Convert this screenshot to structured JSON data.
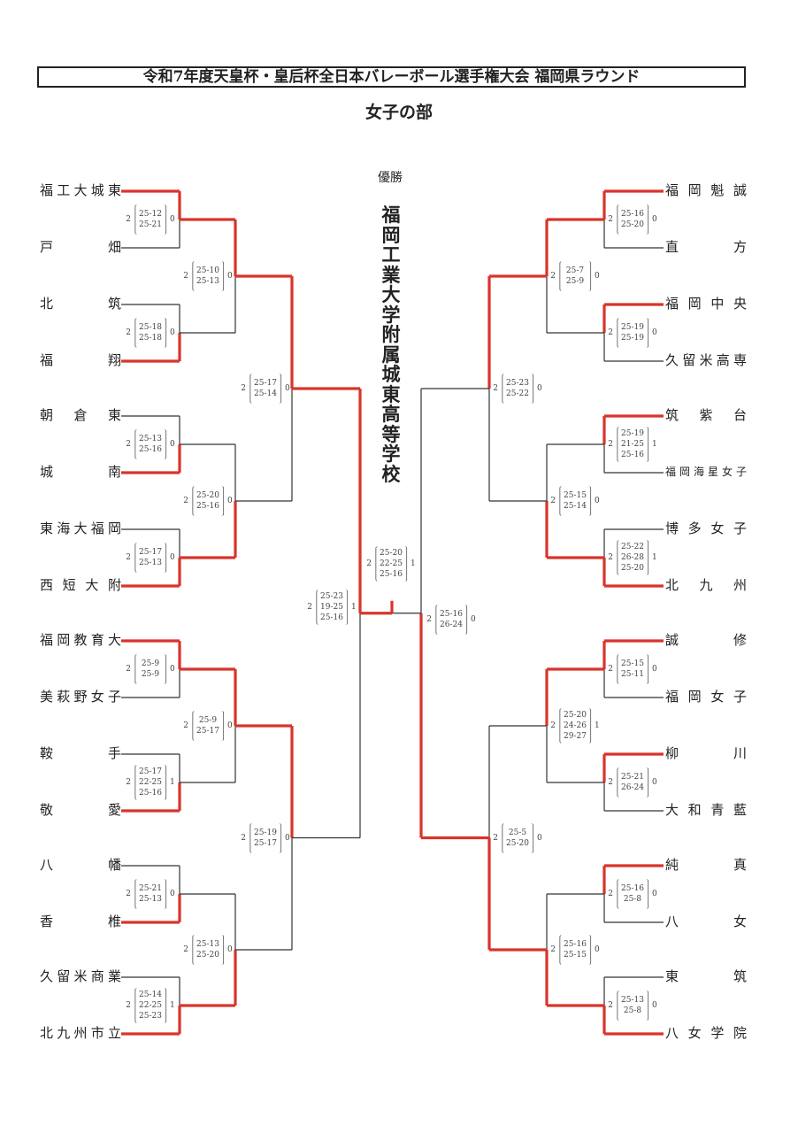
{
  "title": "令和7年度天皇杯・皇后杯全日本バレーボール選手権大会 福岡県ラウンド",
  "subtitle": "女子の部",
  "champion_label": "優勝",
  "champion": "福岡工業大学附属城東高等学校",
  "colors": {
    "winner_line": "#d9342b",
    "line": "#333333"
  },
  "left": {
    "teams": [
      "福工大城東",
      "戸畑",
      "北筑",
      "福翔",
      "朝倉東",
      "城南",
      "東海大福岡",
      "西短大附",
      "福岡教育大",
      "美萩野女子",
      "鞍手",
      "敬愛",
      "八幡",
      "香椎",
      "久留米商業",
      "北九州市立"
    ],
    "rounds": [
      [
        {
          "winner": 0,
          "sets": [
            "25-12",
            "25-21"
          ],
          "a": "2",
          "b": "0"
        },
        {
          "winner": 1,
          "sets": [
            "25-18",
            "25-18"
          ],
          "a": "2",
          "b": "0"
        },
        {
          "winner": 1,
          "sets": [
            "25-13",
            "25-16"
          ],
          "a": "2",
          "b": "0"
        },
        {
          "winner": 1,
          "sets": [
            "25-17",
            "25-13"
          ],
          "a": "2",
          "b": "0"
        },
        {
          "winner": 0,
          "sets": [
            "25-9",
            "25-9"
          ],
          "a": "2",
          "b": "0"
        },
        {
          "winner": 1,
          "sets": [
            "25-17",
            "22-25",
            "25-16"
          ],
          "a": "2",
          "b": "1"
        },
        {
          "winner": 1,
          "sets": [
            "25-21",
            "25-13"
          ],
          "a": "2",
          "b": "0"
        },
        {
          "winner": 1,
          "sets": [
            "25-14",
            "22-25",
            "25-23"
          ],
          "a": "2",
          "b": "1"
        }
      ],
      [
        {
          "winner": 0,
          "sets": [
            "25-10",
            "25-13"
          ],
          "a": "2",
          "b": "0"
        },
        {
          "winner": 1,
          "sets": [
            "25-20",
            "25-16"
          ],
          "a": "2",
          "b": "0"
        },
        {
          "winner": 0,
          "sets": [
            "25-9",
            "25-17"
          ],
          "a": "2",
          "b": "0"
        },
        {
          "winner": 1,
          "sets": [
            "25-13",
            "25-20"
          ],
          "a": "2",
          "b": "0"
        }
      ],
      [
        {
          "winner": 0,
          "sets": [
            "25-17",
            "25-14"
          ],
          "a": "2",
          "b": "0"
        },
        {
          "winner": 0,
          "sets": [
            "25-19",
            "25-17"
          ],
          "a": "2",
          "b": "0"
        }
      ],
      [
        {
          "winner": 0,
          "sets": [
            "25-23",
            "19-25",
            "25-16"
          ],
          "a": "2",
          "b": "1"
        }
      ]
    ]
  },
  "right": {
    "teams": [
      "福岡魁誠",
      "直方",
      "福岡中央",
      "久留米高専",
      "筑紫台",
      "福岡海星女子",
      "博多女子",
      "北九州",
      "誠修",
      "福岡女子",
      "柳川",
      "大和青藍",
      "純真",
      "八女",
      "東筑",
      "八女学院"
    ],
    "rounds": [
      [
        {
          "winner": 0,
          "sets": [
            "25-16",
            "25-20"
          ],
          "a": "2",
          "b": "0"
        },
        {
          "winner": 0,
          "sets": [
            "25-19",
            "25-19"
          ],
          "a": "2",
          "b": "0"
        },
        {
          "winner": 0,
          "sets": [
            "25-19",
            "21-25",
            "25-16"
          ],
          "a": "2",
          "b": "1"
        },
        {
          "winner": 1,
          "sets": [
            "25-22",
            "26-28",
            "25-20"
          ],
          "a": "2",
          "b": "1"
        },
        {
          "winner": 0,
          "sets": [
            "25-15",
            "25-11"
          ],
          "a": "2",
          "b": "0"
        },
        {
          "winner": 0,
          "sets": [
            "25-21",
            "26-24"
          ],
          "a": "2",
          "b": "0"
        },
        {
          "winner": 0,
          "sets": [
            "25-16",
            "25-8"
          ],
          "a": "2",
          "b": "0"
        },
        {
          "winner": 1,
          "sets": [
            "25-13",
            "25-8"
          ],
          "a": "2",
          "b": "0"
        }
      ],
      [
        {
          "winner": 0,
          "sets": [
            "25-7",
            "25-9"
          ],
          "a": "2",
          "b": "0"
        },
        {
          "winner": 1,
          "sets": [
            "25-15",
            "25-14"
          ],
          "a": "2",
          "b": "0"
        },
        {
          "winner": 0,
          "sets": [
            "25-20",
            "24-26",
            "29-27"
          ],
          "a": "2",
          "b": "1"
        },
        {
          "winner": 1,
          "sets": [
            "25-16",
            "25-15"
          ],
          "a": "2",
          "b": "0"
        }
      ],
      [
        {
          "winner": 0,
          "sets": [
            "25-23",
            "25-22"
          ],
          "a": "2",
          "b": "0"
        },
        {
          "winner": 1,
          "sets": [
            "25-5",
            "25-20"
          ],
          "a": "2",
          "b": "0"
        }
      ],
      [
        {
          "winner": 1,
          "sets": [
            "25-16",
            "26-24"
          ],
          "a": "2",
          "b": "0"
        }
      ]
    ]
  },
  "final": {
    "winner": "left",
    "sets": [
      "25-20",
      "22-25",
      "25-16"
    ],
    "a": "2",
    "b": "1"
  }
}
